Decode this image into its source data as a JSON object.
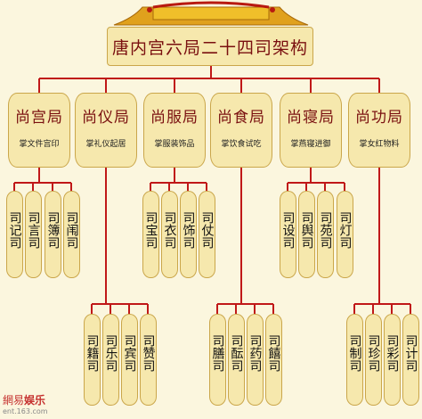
{
  "title": "唐内宫六局二十四司架构",
  "departments": [
    {
      "name": "尚宫局",
      "duty": "掌文件宫印",
      "offices": [
        "司记司",
        "司言司",
        "司簿司",
        "司闱司"
      ]
    },
    {
      "name": "尚仪局",
      "duty": "掌礼仪起居",
      "offices": [
        "司籍司",
        "司乐司",
        "司宾司",
        "司赞司"
      ]
    },
    {
      "name": "尚服局",
      "duty": "掌服装饰品",
      "offices": [
        "司宝司",
        "司衣司",
        "司饰司",
        "司仗司"
      ]
    },
    {
      "name": "尚食局",
      "duty": "掌饮食试吃",
      "offices": [
        "司膳司",
        "司酝司",
        "司药司",
        "司饎司"
      ]
    },
    {
      "name": "尚寝局",
      "duty": "掌燕寝进御",
      "offices": [
        "司设司",
        "司舆司",
        "司苑司",
        "司灯司"
      ]
    },
    {
      "name": "尚功局",
      "duty": "掌女红物料",
      "offices": [
        "司制司",
        "司珍司",
        "司彩司",
        "司计司"
      ]
    }
  ],
  "watermark": {
    "brand_a": "網易",
    "brand_b": "娱乐",
    "url": "ent.163.com"
  },
  "colors": {
    "line": "#c01818",
    "box_fill": "#f6e8ad",
    "title_text": "#7a1010"
  }
}
